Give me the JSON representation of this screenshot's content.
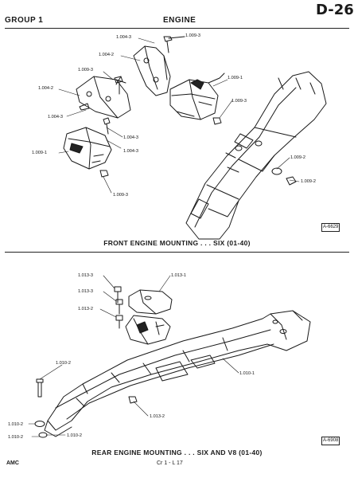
{
  "header": {
    "group": "GROUP 1",
    "section": "ENGINE",
    "page": "D-26"
  },
  "figures": [
    {
      "caption": "FRONT ENGINE MOUNTING . . . SIX  (01-40)",
      "figure_id": "A-6629",
      "callouts": [
        "1.004-3",
        "1.009-3",
        "1.004-2",
        "1.009-3",
        "1.009-1",
        "1.004-2",
        "1.009-3",
        "1.004-3",
        "1.004-3",
        "1.004-3",
        "1.009-1",
        "1.009-3",
        "1.009-2",
        "1.009-2"
      ]
    },
    {
      "caption": "REAR ENGINE MOUNTING . . . SIX AND V8  (01-40)",
      "figure_id": "A-6908",
      "callouts": [
        "1.013-3",
        "1.013-1",
        "1.013-3",
        "1.013-2",
        "1.010-2",
        "1.010-1",
        "1.013-2",
        "1.010-2",
        "1.010-2",
        "1.010-2"
      ]
    }
  ],
  "footer": {
    "left": "AMC",
    "center": "Cr 1 - L 17"
  }
}
